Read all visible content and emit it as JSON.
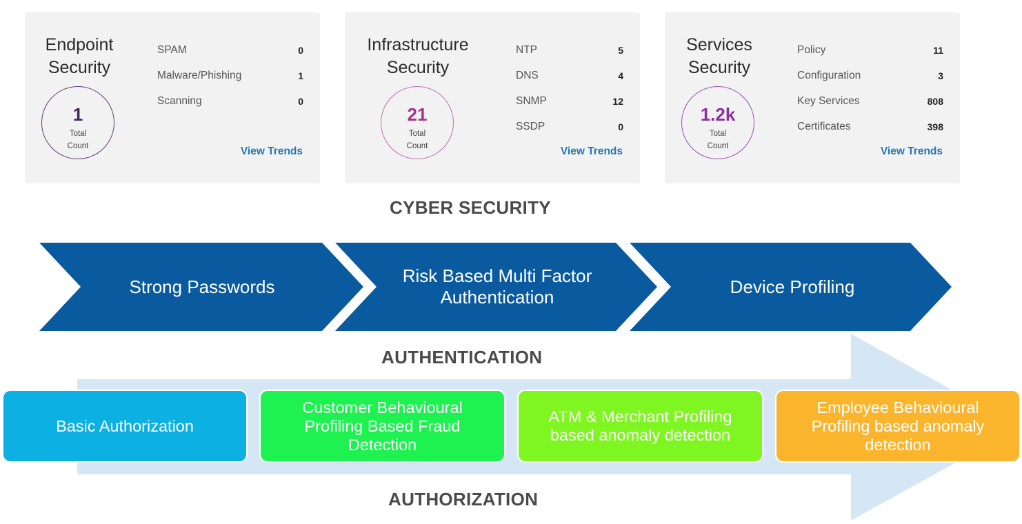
{
  "cards": [
    {
      "title": "Endpoint\nSecurity",
      "total": "1",
      "total_caption": "Total\nCount",
      "total_color": "#3d2a59",
      "ring_color": "#5b3f74",
      "metrics": [
        {
          "label": "SPAM",
          "value": "0"
        },
        {
          "label": "Malware/Phishing",
          "value": "1"
        },
        {
          "label": "Scanning",
          "value": "0"
        }
      ],
      "view_trends": "View Trends"
    },
    {
      "title": "Infrastructure\nSecurity",
      "total": "21",
      "total_caption": "Total\nCount",
      "total_color": "#a5338a",
      "ring_color": "#c26ab1",
      "metrics": [
        {
          "label": "NTP",
          "value": "5"
        },
        {
          "label": "DNS",
          "value": "4"
        },
        {
          "label": "SNMP",
          "value": "12"
        },
        {
          "label": "SSDP",
          "value": "0"
        }
      ],
      "view_trends": "View Trends"
    },
    {
      "title": "Services\nSecurity",
      "total": "1.2k",
      "total_caption": "Total\nCount",
      "total_color": "#8a2f9e",
      "ring_color": "#9b4fb0",
      "metrics": [
        {
          "label": "Policy",
          "value": "11"
        },
        {
          "label": "Configuration",
          "value": "3"
        },
        {
          "label": "Key Services",
          "value": "808"
        },
        {
          "label": "Certificates",
          "value": "398"
        }
      ],
      "view_trends": "View Trends"
    }
  ],
  "headings": {
    "cyber_security": "CYBER SECURITY",
    "authentication": "AUTHENTICATION",
    "authorization": "AUTHORIZATION"
  },
  "authentication_steps": [
    {
      "label": "Strong Passwords"
    },
    {
      "label": "Risk Based Multi Factor\nAuthentication"
    },
    {
      "label": "Device Profiling"
    }
  ],
  "authorization_steps": [
    {
      "label": "Basic Authorization",
      "color": "#0db0e3"
    },
    {
      "label": "Customer Behavioural\nProfiling Based Fraud\nDetection",
      "color": "#1df250"
    },
    {
      "label": "ATM & Merchant Profiling\nbased anomaly detection",
      "color": "#7ff521"
    },
    {
      "label": "Employee Behavioural\nProfiling based anomaly\ndetection",
      "color": "#fbb52d"
    }
  ],
  "colors": {
    "chevron_blue": "#0a5aa0",
    "arrow_light_blue": "#d5e7f5",
    "link_blue": "#2277bb",
    "card_bg": "#f2f2f2"
  }
}
